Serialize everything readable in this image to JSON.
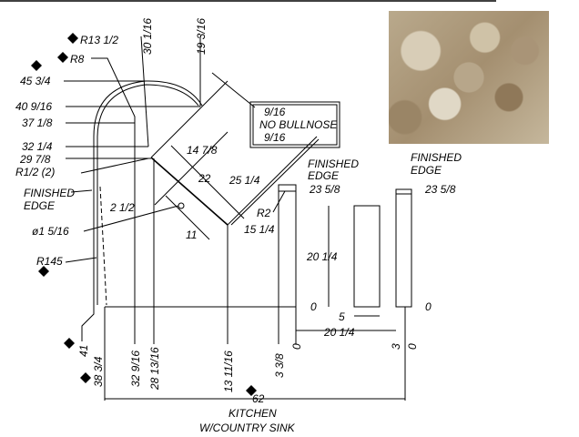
{
  "drawing": {
    "title": "KITCHEN",
    "subtitle": "W/COUNTRY SINK",
    "note_box": {
      "top": "9/16",
      "middle": "NO BULLNOSE",
      "bottom": "9/16"
    },
    "radii": {
      "r13": "R13 1/2",
      "r8": "R8",
      "r_half": "R1/2 (2)",
      "r145": "R145",
      "r2": "R2",
      "hole": "ø1 5/16"
    },
    "finished_edge": [
      "FINISHED",
      "EDGE"
    ],
    "left_dims": [
      "45 3/4",
      "40 9/16",
      "37 1/8",
      "32 1/4",
      "29 7/8"
    ],
    "top_dims": [
      "30 1/16",
      "19 3/16"
    ],
    "bottom_dims": [
      "41",
      "38 3/4",
      "32 9/16",
      "28 13/16",
      "13 11/16",
      "3 3/8",
      "0",
      "3",
      "0"
    ],
    "inner_dims": {
      "d14": "14 7/8",
      "d22": "22",
      "d25": "25 1/4",
      "d2": "2 1/2",
      "d11": "11",
      "d15": "15 1/4"
    },
    "right_dims": {
      "top1": "23 5/8",
      "top2": "23 5/8",
      "zero1": "0",
      "zero2": "0",
      "zero3": "0",
      "height": "20 1/4",
      "width5": "5",
      "width20": "20 1/4"
    },
    "overall": "62"
  },
  "swatch": {
    "name": "granite-sample",
    "colors": [
      "#b9a98c",
      "#8f7859",
      "#e0d8c6"
    ]
  }
}
